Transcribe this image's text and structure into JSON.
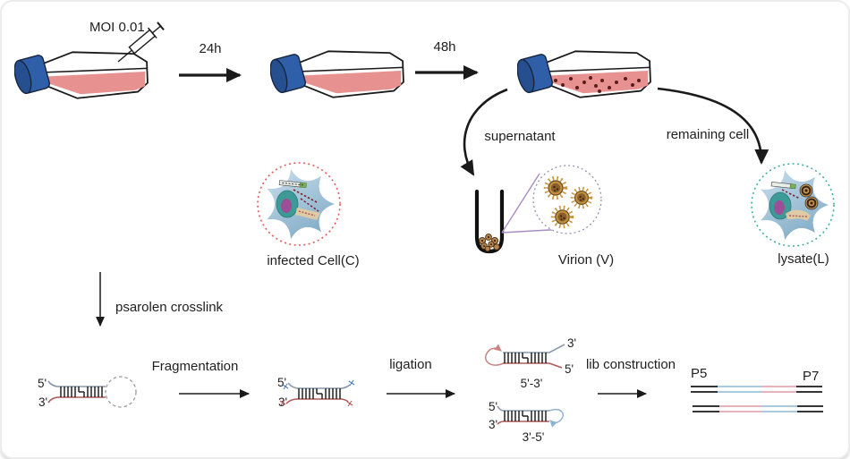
{
  "labels": {
    "moi": "MOI 0.01",
    "t24": "24h",
    "t48": "48h",
    "supernatant": "supernatant",
    "remaining_cell": "remaining cell",
    "infected_cell": "infected Cell(C)",
    "virion": "Virion (V)",
    "lysate": "lysate(L)",
    "crosslink": "psarolen crosslink",
    "fragmentation": "Fragmentation",
    "ligation": "ligation",
    "lib_construction": "lib construction",
    "p5": "P5",
    "p7": "P7"
  },
  "strand_ends": {
    "d1_top": "5'",
    "d1_bot": "3'",
    "d2_top": "5'",
    "d2_bot": "3'",
    "d3_top": "3'",
    "d3_bot": "5'",
    "d3_caption": "5'-3'",
    "d4_top": "5'",
    "d4_bot": "3'",
    "d4_caption": "3'-5'"
  },
  "colors": {
    "cap_blue": "#2e5fa8",
    "cap_dark": "#264f8f",
    "medium_pink": "#e89191",
    "strand_gray": "#8c9aae",
    "strand_red": "#b25858",
    "loop_red": "#c98585",
    "loop_blue": "#8fb2d4",
    "zig_blue": "#4a7fc0",
    "lib_blue": "#a9cbdd",
    "lib_pink": "#e8b4bc",
    "infected_ring": "#e05a5a",
    "lysate_ring": "#3fae9e",
    "virion_ring": "#9492b8",
    "connector_purple": "#a98cc0",
    "virion_gold": "#c8963c",
    "cell_nucleus": "#3d9a96",
    "cell_nucleolus": "#9c4f96"
  }
}
